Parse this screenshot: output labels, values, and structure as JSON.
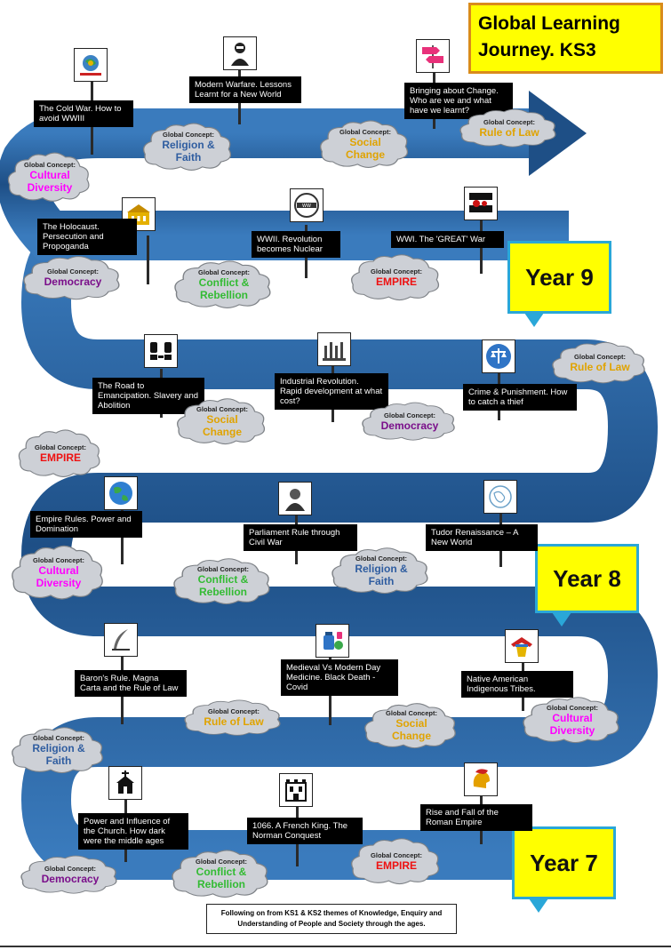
{
  "title": {
    "line1": "Global Learning",
    "line2": "Journey. KS3"
  },
  "years": {
    "y9": "Year 9",
    "y8": "Year 8",
    "y7": "Year 7"
  },
  "concept_prefix": "Global Concept:",
  "concept_colors": {
    "Cultural Diversity": "#ff00ff",
    "Religion & Faith": "#2f5da0",
    "Social Change": "#e0a300",
    "Rule of Law": "#e0a300",
    "Democracy": "#7a0e8a",
    "Conflict & Rebellion": "#33bb33",
    "EMPIRE": "#ee1111"
  },
  "topics": [
    {
      "text": "The Cold War. How to avoid WWIII",
      "icon": "globe-peace-icon"
    },
    {
      "text": "Modern Warfare. Lessons Learnt for a New World",
      "icon": "soldier-icon"
    },
    {
      "text": "Bringing about Change. Who are we and what have we learnt?",
      "icon": "signpost-icon"
    },
    {
      "text": "The Holocaust. Persecution and Propoganda",
      "icon": "building-icon"
    },
    {
      "text": "WWII. Revolution becomes Nuclear",
      "icon": "ww2-stamp-icon"
    },
    {
      "text": "WWI. The 'GREAT' War",
      "icon": "poppy-1914-icon"
    },
    {
      "text": "The Road to Emancipation. Slavery and Abolition",
      "icon": "broken-chains-icon"
    },
    {
      "text": "Industrial Revolution. Rapid development at what cost?",
      "icon": "factory-icon"
    },
    {
      "text": "Crime & Punishment. How to catch a thief",
      "icon": "scales-icon"
    },
    {
      "text": "Empire Rules. Power and Domination",
      "icon": "globe-icon"
    },
    {
      "text": "Parliament Rule through Civil War",
      "icon": "portrait-icon"
    },
    {
      "text": "Tudor Renaissance – A New World",
      "icon": "map-icon"
    },
    {
      "text": "Baron's Rule. Magna Carta and the Rule of Law",
      "icon": "quill-icon"
    },
    {
      "text": "Medieval Vs Modern Day Medicine. Black Death - Covid",
      "icon": "medicine-icon"
    },
    {
      "text": "Native American Indigenous Tribes.",
      "icon": "headdress-icon"
    },
    {
      "text": "Power and Influence of the Church. How dark were the middle ages",
      "icon": "church-icon"
    },
    {
      "text": "1066. A French King. The Norman Conquest",
      "icon": "castle-icon"
    },
    {
      "text": "Rise and Fall of the Roman Empire",
      "icon": "roman-helmet-icon"
    }
  ],
  "clouds": [
    {
      "l1": "Cultural",
      "l2": "Diversity",
      "key": "Cultural Diversity"
    },
    {
      "l1": "Religion &",
      "l2": "Faith",
      "key": "Religion & Faith"
    },
    {
      "l1": "Social",
      "l2": "Change",
      "key": "Social Change"
    },
    {
      "l1": "Rule of Law",
      "l2": "",
      "key": "Rule of Law"
    },
    {
      "l1": "Democracy",
      "l2": "",
      "key": "Democracy"
    },
    {
      "l1": "Conflict &",
      "l2": "Rebellion",
      "key": "Conflict & Rebellion"
    },
    {
      "l1": "EMPIRE",
      "l2": "",
      "key": "EMPIRE"
    },
    {
      "l1": "Rule of Law",
      "l2": "",
      "key": "Rule of Law"
    },
    {
      "l1": "Social",
      "l2": "Change",
      "key": "Social Change"
    },
    {
      "l1": "Democracy",
      "l2": "",
      "key": "Democracy"
    },
    {
      "l1": "EMPIRE",
      "l2": "",
      "key": "EMPIRE"
    },
    {
      "l1": "Cultural",
      "l2": "Diversity",
      "key": "Cultural Diversity"
    },
    {
      "l1": "Conflict &",
      "l2": "Rebellion",
      "key": "Conflict & Rebellion"
    },
    {
      "l1": "Religion &",
      "l2": "Faith",
      "key": "Religion & Faith"
    },
    {
      "l1": "Rule of Law",
      "l2": "",
      "key": "Rule of Law"
    },
    {
      "l1": "Social",
      "l2": "Change",
      "key": "Social Change"
    },
    {
      "l1": "Cultural",
      "l2": "Diversity",
      "key": "Cultural Diversity"
    },
    {
      "l1": "Religion &",
      "l2": "Faith",
      "key": "Religion & Faith"
    },
    {
      "l1": "Democracy",
      "l2": "",
      "key": "Democracy"
    },
    {
      "l1": "Conflict &",
      "l2": "Rebellion",
      "key": "Conflict & Rebellion"
    },
    {
      "l1": "EMPIRE",
      "l2": "",
      "key": "EMPIRE"
    }
  ],
  "footer": "Following on from KS1 & KS2 themes of Knowledge, Enquiry and Understanding of People and Society through the ages.",
  "road_colors": {
    "light": "#2d6aa6",
    "dark": "#163a63"
  }
}
